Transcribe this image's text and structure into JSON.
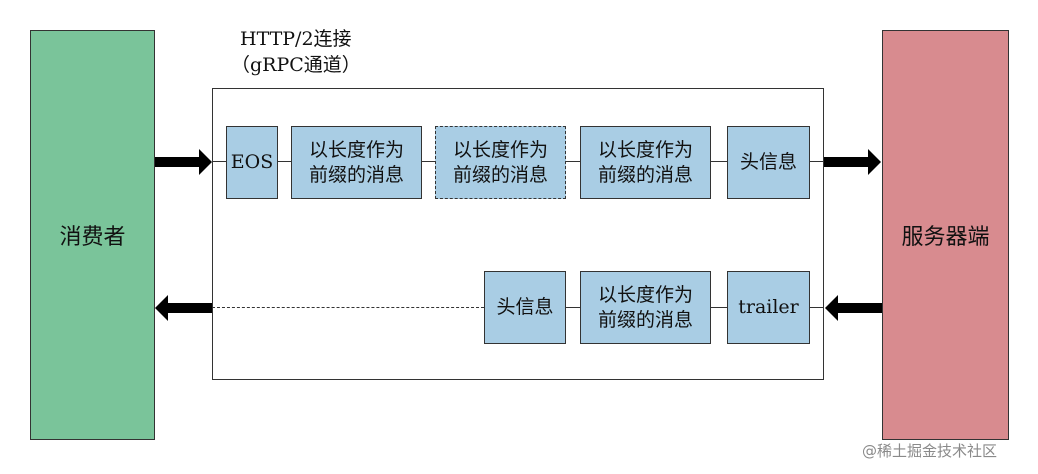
{
  "consumer": {
    "label": "消费者"
  },
  "server": {
    "label": "服务器端"
  },
  "channel": {
    "title_line1": "HTTP/2连接",
    "title_line2": "（gRPC通道）"
  },
  "request_stream": {
    "eos": "EOS",
    "msg1": {
      "line1": "以长度作为",
      "line2": "前缀的消息"
    },
    "msg2": {
      "line1": "以长度作为",
      "line2": "前缀的消息"
    },
    "msg3": {
      "line1": "以长度作为",
      "line2": "前缀的消息"
    },
    "headers": "头信息"
  },
  "response_stream": {
    "headers": "头信息",
    "msg1": {
      "line1": "以长度作为",
      "line2": "前缀的消息"
    },
    "trailer": "trailer"
  },
  "watermark": "@稀土掘金技术社区",
  "colors": {
    "consumer_fill": "#7ac49a",
    "server_fill": "#d88b8f",
    "message_fill": "#a9cde4",
    "stroke": "#333333",
    "arrow": "#000000"
  }
}
